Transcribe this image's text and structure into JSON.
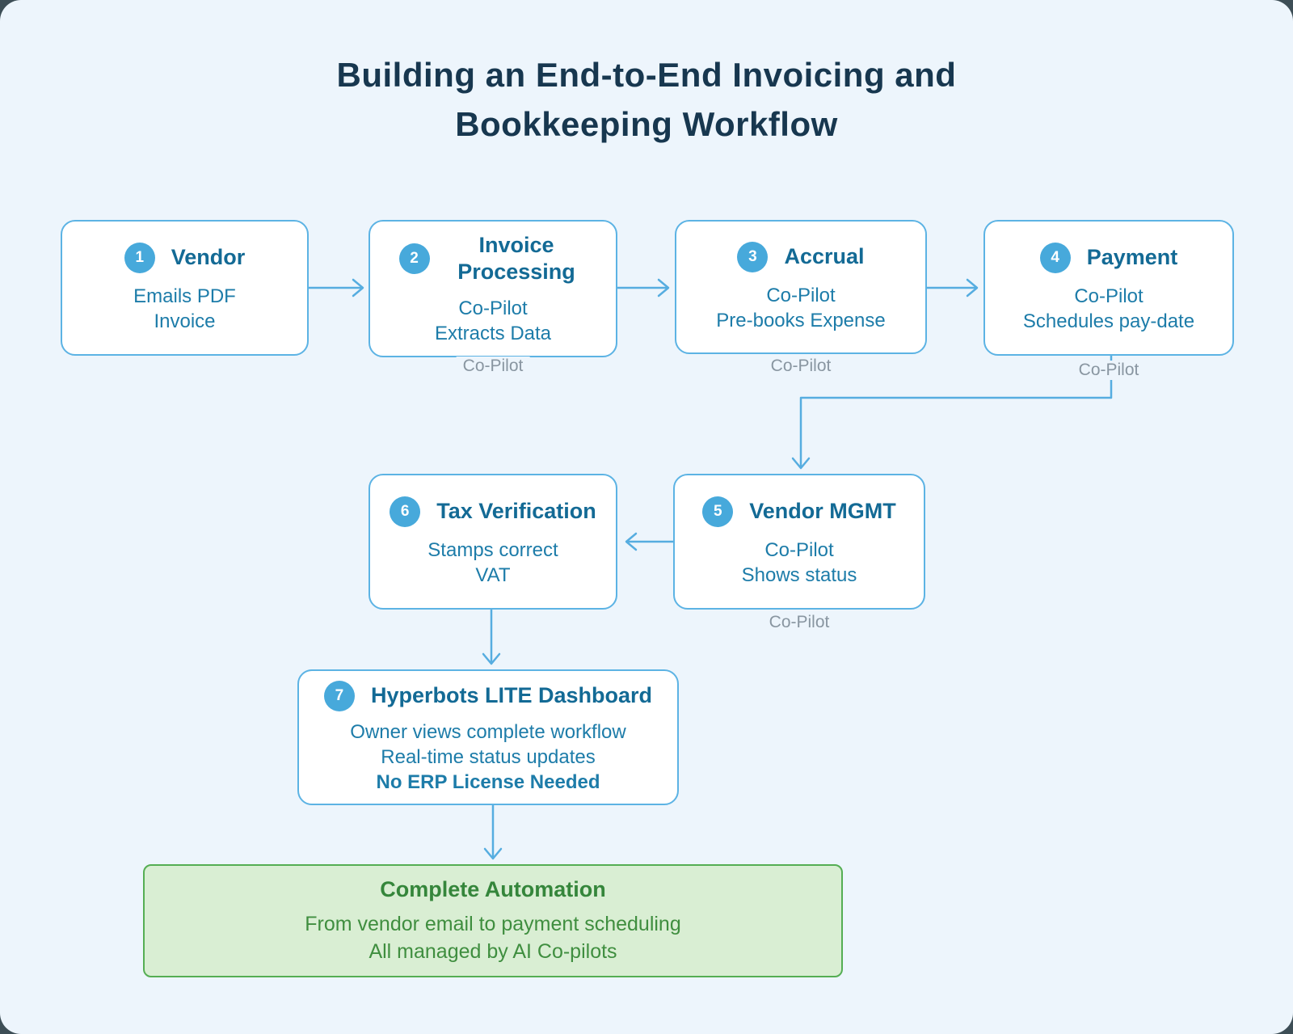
{
  "title": {
    "line1": "Building an End-to-End Invoicing and",
    "line2": "Bookkeeping Workflow"
  },
  "nodes": [
    {
      "number": "1",
      "title": "Vendor",
      "body": [
        "Emails PDF",
        "Invoice"
      ],
      "caption": ""
    },
    {
      "number": "2",
      "title": "Invoice Processing",
      "body": [
        "Co-Pilot",
        "Extracts Data"
      ],
      "caption": "Co-Pilot"
    },
    {
      "number": "3",
      "title": "Accrual",
      "body": [
        "Co-Pilot",
        "Pre-books Expense"
      ],
      "caption": "Co-Pilot"
    },
    {
      "number": "4",
      "title": "Payment",
      "body": [
        "Co-Pilot",
        "Schedules pay-date"
      ],
      "caption": "Co-Pilot"
    },
    {
      "number": "5",
      "title": "Vendor MGMT",
      "body": [
        "Co-Pilot",
        "Shows status"
      ],
      "caption": "Co-Pilot"
    },
    {
      "number": "6",
      "title": "Tax Verification",
      "body": [
        "Stamps correct",
        "VAT"
      ],
      "caption": ""
    },
    {
      "number": "7",
      "title": "Hyperbots LITE Dashboard",
      "body": [
        "Owner views complete workflow",
        "Real-time status updates"
      ],
      "body_bold": "No ERP License Needed",
      "caption": ""
    }
  ],
  "result": {
    "title": "Complete Automation",
    "body": [
      "From vendor email to payment scheduling",
      "All managed by AI Co-pilots"
    ]
  },
  "colors": {
    "panel_background": "#edf5fc",
    "box_border": "#5cb3e4",
    "badge_fill": "#47a9db",
    "box_title_text": "#136a95",
    "box_body_text": "#1d7ca9",
    "caption_text": "#8996a1",
    "main_title_text": "#17374f",
    "arrow": "#56ade0",
    "result_border": "#55ae53",
    "result_background": "#d9eed3",
    "result_text": "#35863b"
  }
}
